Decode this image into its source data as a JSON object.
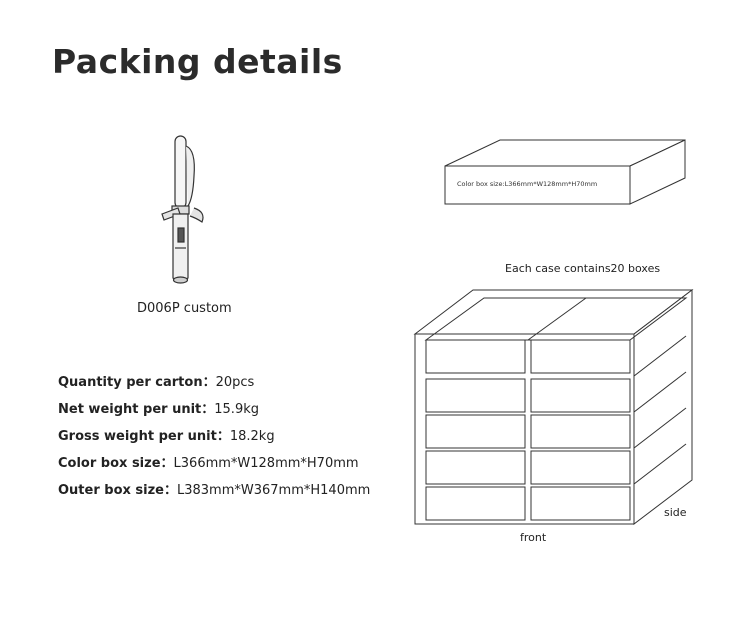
{
  "page": {
    "title": "Packing details"
  },
  "product": {
    "caption": "D006P custom"
  },
  "specs": [
    {
      "label": "Quantity per carton：",
      "value": "20pcs"
    },
    {
      "label": "Net weight per unit：",
      "value": "15.9kg"
    },
    {
      "label": "Gross weight per unit：",
      "value": "18.2kg"
    },
    {
      "label": "Color box size：",
      "value": "L366mm*W128mm*H70mm"
    },
    {
      "label": "Outer box size：",
      "value": "L383mm*W367mm*H140mm"
    }
  ],
  "color_box": {
    "label": "Color box size:L366mm*W128mm*H70mm"
  },
  "carton": {
    "caption": "Each case contains20 boxes",
    "side_label": "side",
    "front_label": "front",
    "rows": 5,
    "columns": 2
  },
  "icons": {
    "product": "curling-iron-icon",
    "color_box": "box-icon",
    "carton": "carton-icon"
  }
}
